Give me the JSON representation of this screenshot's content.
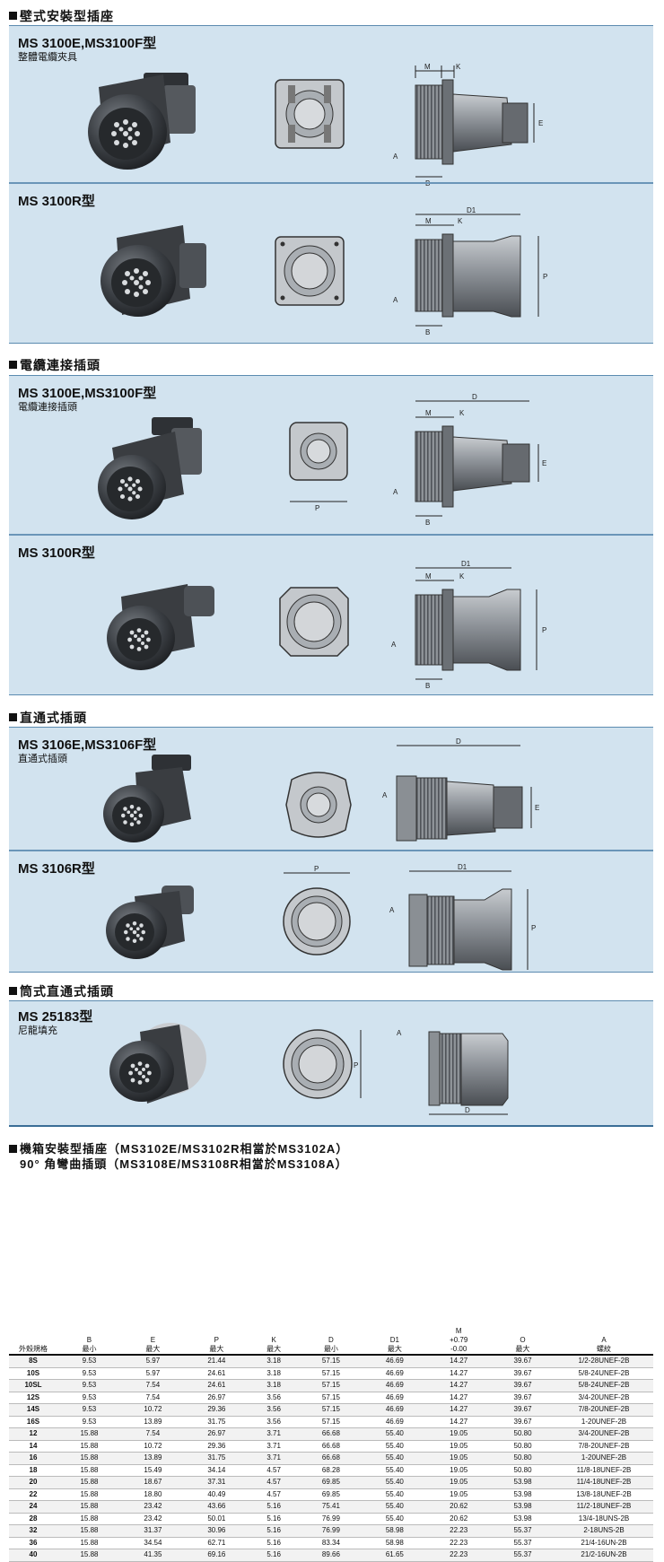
{
  "sections": [
    {
      "heading": "壁式安裝型插座"
    },
    {
      "heading": "電纜連接插頭"
    },
    {
      "heading": "直通式插頭"
    },
    {
      "heading": "筒式直通式插頭"
    }
  ],
  "panels": [
    {
      "title": "MS 3100E,MS3100F型",
      "subtitle": "整體電纜夾具"
    },
    {
      "title": "MS 3100R型",
      "subtitle": ""
    },
    {
      "title": "MS 3100E,MS3100F型",
      "subtitle": "電纜連接插頭"
    },
    {
      "title": "MS 3100R型",
      "subtitle": ""
    },
    {
      "title": "MS 3106E,MS3106F型",
      "subtitle": "直通式插頭"
    },
    {
      "title": "MS 3106R型",
      "subtitle": ""
    },
    {
      "title": "MS 25183型",
      "subtitle": "尼龍填充"
    }
  ],
  "dims": {
    "A": "A",
    "B": "B",
    "D": "D",
    "D1": "D1",
    "E": "E",
    "K": "K",
    "M": "M",
    "P": "P"
  },
  "table": {
    "title_line1": "機箱安裝型插座（MS3102E/MS3102R相當於MS3102A）",
    "title_line2": "90° 角彎曲插頭（MS3108E/MS3108R相當於MS3108A）",
    "headers": [
      {
        "top": "外殼規格",
        "sub": ""
      },
      {
        "top": "B",
        "sub": "最小"
      },
      {
        "top": "E",
        "sub": "最大"
      },
      {
        "top": "P",
        "sub": "最大"
      },
      {
        "top": "K",
        "sub": "最大"
      },
      {
        "top": "D",
        "sub": "最小"
      },
      {
        "top": "D1",
        "sub": "最大"
      },
      {
        "top": "M",
        "sub": "+0.79",
        "sub2": "-0.00"
      },
      {
        "top": "O",
        "sub": "最大"
      },
      {
        "top": "A",
        "sub": "螺紋"
      }
    ],
    "rows": [
      [
        "8S",
        "9.53",
        "5.97",
        "21.44",
        "3.18",
        "57.15",
        "46.69",
        "14.27",
        "39.67",
        "1/2-28UNEF-2B"
      ],
      [
        "10S",
        "9.53",
        "5.97",
        "24.61",
        "3.18",
        "57.15",
        "46.69",
        "14.27",
        "39.67",
        "5/8-24UNEF-2B"
      ],
      [
        "10SL",
        "9.53",
        "7.54",
        "24.61",
        "3.18",
        "57.15",
        "46.69",
        "14.27",
        "39.67",
        "5/8-24UNEF-2B"
      ],
      [
        "12S",
        "9.53",
        "7.54",
        "26.97",
        "3.56",
        "57.15",
        "46.69",
        "14.27",
        "39.67",
        "3/4-20UNEF-2B"
      ],
      [
        "14S",
        "9.53",
        "10.72",
        "29.36",
        "3.56",
        "57.15",
        "46.69",
        "14.27",
        "39.67",
        "7/8-20UNEF-2B"
      ],
      [
        "16S",
        "9.53",
        "13.89",
        "31.75",
        "3.56",
        "57.15",
        "46.69",
        "14.27",
        "39.67",
        "1-20UNEF-2B"
      ],
      [
        "12",
        "15.88",
        "7.54",
        "26.97",
        "3.71",
        "66.68",
        "55.40",
        "19.05",
        "50.80",
        "3/4-20UNEF-2B"
      ],
      [
        "14",
        "15.88",
        "10.72",
        "29.36",
        "3.71",
        "66.68",
        "55.40",
        "19.05",
        "50.80",
        "7/8-20UNEF-2B"
      ],
      [
        "16",
        "15.88",
        "13.89",
        "31.75",
        "3.71",
        "66.68",
        "55.40",
        "19.05",
        "50.80",
        "1-20UNEF-2B"
      ],
      [
        "18",
        "15.88",
        "15.49",
        "34.14",
        "4.57",
        "68.28",
        "55.40",
        "19.05",
        "50.80",
        "11/8-18UNEF-2B"
      ],
      [
        "20",
        "15.88",
        "18.67",
        "37.31",
        "4.57",
        "69.85",
        "55.40",
        "19.05",
        "53.98",
        "11/4-18UNEF-2B"
      ],
      [
        "22",
        "15.88",
        "18.80",
        "40.49",
        "4.57",
        "69.85",
        "55.40",
        "19.05",
        "53.98",
        "13/8-18UNEF-2B"
      ],
      [
        "24",
        "15.88",
        "23.42",
        "43.66",
        "5.16",
        "75.41",
        "55.40",
        "20.62",
        "53.98",
        "11/2-18UNEF-2B"
      ],
      [
        "28",
        "15.88",
        "23.42",
        "50.01",
        "5.16",
        "76.99",
        "55.40",
        "20.62",
        "53.98",
        "13/4-18UNS-2B"
      ],
      [
        "32",
        "15.88",
        "31.37",
        "30.96",
        "5.16",
        "76.99",
        "58.98",
        "22.23",
        "55.37",
        "2-18UNS-2B"
      ],
      [
        "36",
        "15.88",
        "34.54",
        "62.71",
        "5.16",
        "83.34",
        "58.98",
        "22.23",
        "55.37",
        "21/4-16UN-2B"
      ],
      [
        "40",
        "15.88",
        "41.35",
        "69.16",
        "5.16",
        "89.66",
        "61.65",
        "22.23",
        "55.37",
        "21/2-16UN-2B"
      ]
    ]
  }
}
